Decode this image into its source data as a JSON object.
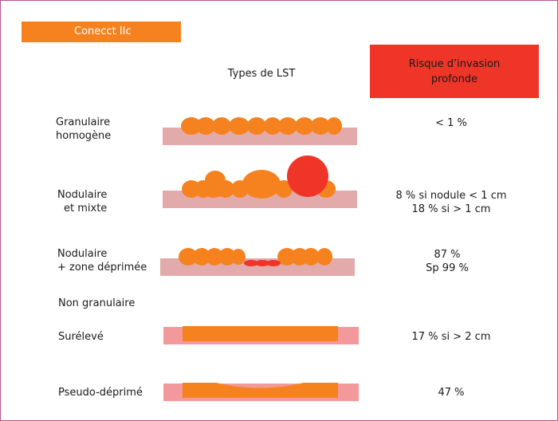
{
  "tag": "Conecct IIc",
  "headers": {
    "types": "Types de LST",
    "risk_line1": "Risque d’invasion",
    "risk_line2": "profonde"
  },
  "rows": [
    {
      "label": [
        "Granulaire",
        "homogène"
      ],
      "risk": [
        "< 1 %"
      ]
    },
    {
      "label": [
        "Nodulaire",
        "et mixte"
      ],
      "risk": [
        "8 % si nodule < 1 cm",
        "18 % si > 1 cm"
      ]
    },
    {
      "label": [
        "Nodulaire",
        "+ zone déprimée"
      ],
      "risk": [
        "87 %",
        "Sp 99 %"
      ]
    },
    {
      "label": [
        "Non granulaire"
      ],
      "risk": []
    },
    {
      "label": [
        "Surélevé"
      ],
      "risk": [
        "17 % si > 2 cm"
      ]
    },
    {
      "label": [
        "Pseudo-déprimé"
      ],
      "risk": [
        "47 %"
      ]
    }
  ],
  "colors": {
    "orange": "#f5821f",
    "red": "#ef3527",
    "mucosa": "#e2aaaa",
    "mucosa_flat": "#f4999b",
    "frame": "#b5548f"
  }
}
